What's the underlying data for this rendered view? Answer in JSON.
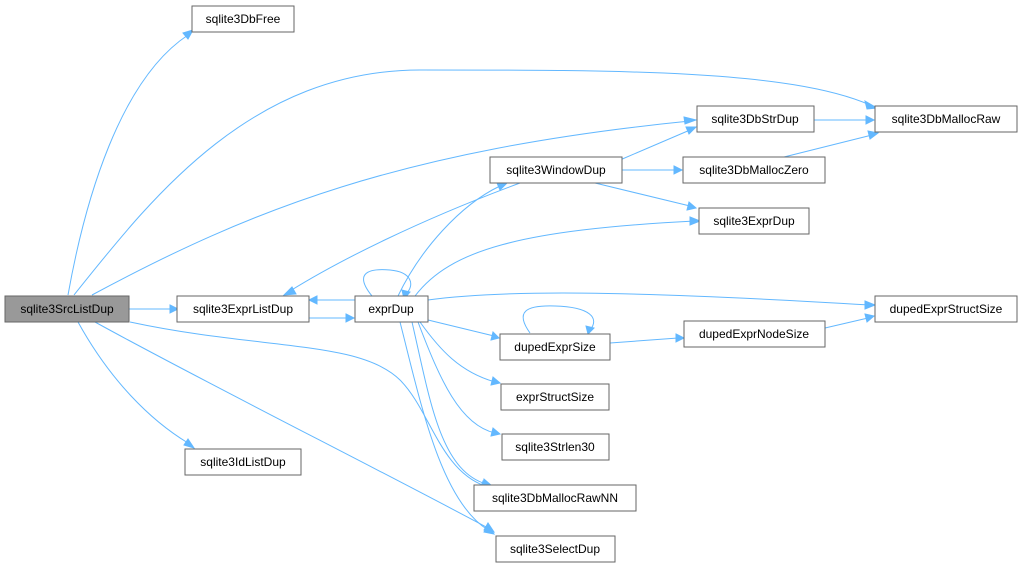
{
  "graph": {
    "nodes": {
      "sqlite3SrcListDup": "sqlite3SrcListDup",
      "sqlite3DbFree": "sqlite3DbFree",
      "sqlite3ExprListDup": "sqlite3ExprListDup",
      "sqlite3IdListDup": "sqlite3IdListDup",
      "exprDup": "exprDup",
      "sqlite3WindowDup": "sqlite3WindowDup",
      "sqlite3DbStrDup": "sqlite3DbStrDup",
      "sqlite3DbMallocRaw": "sqlite3DbMallocRaw",
      "sqlite3DbMallocZero": "sqlite3DbMallocZero",
      "sqlite3ExprDup": "sqlite3ExprDup",
      "dupedExprStructSize": "dupedExprStructSize",
      "dupedExprSize": "dupedExprSize",
      "dupedExprNodeSize": "dupedExprNodeSize",
      "exprStructSize": "exprStructSize",
      "sqlite3Strlen30": "sqlite3Strlen30",
      "sqlite3DbMallocRawNN": "sqlite3DbMallocRawNN",
      "sqlite3SelectDup": "sqlite3SelectDup"
    }
  },
  "colors": {
    "edge": "#63b8ff",
    "node_border": "#666666",
    "root_fill": "#999999",
    "node_fill": "#ffffff"
  }
}
